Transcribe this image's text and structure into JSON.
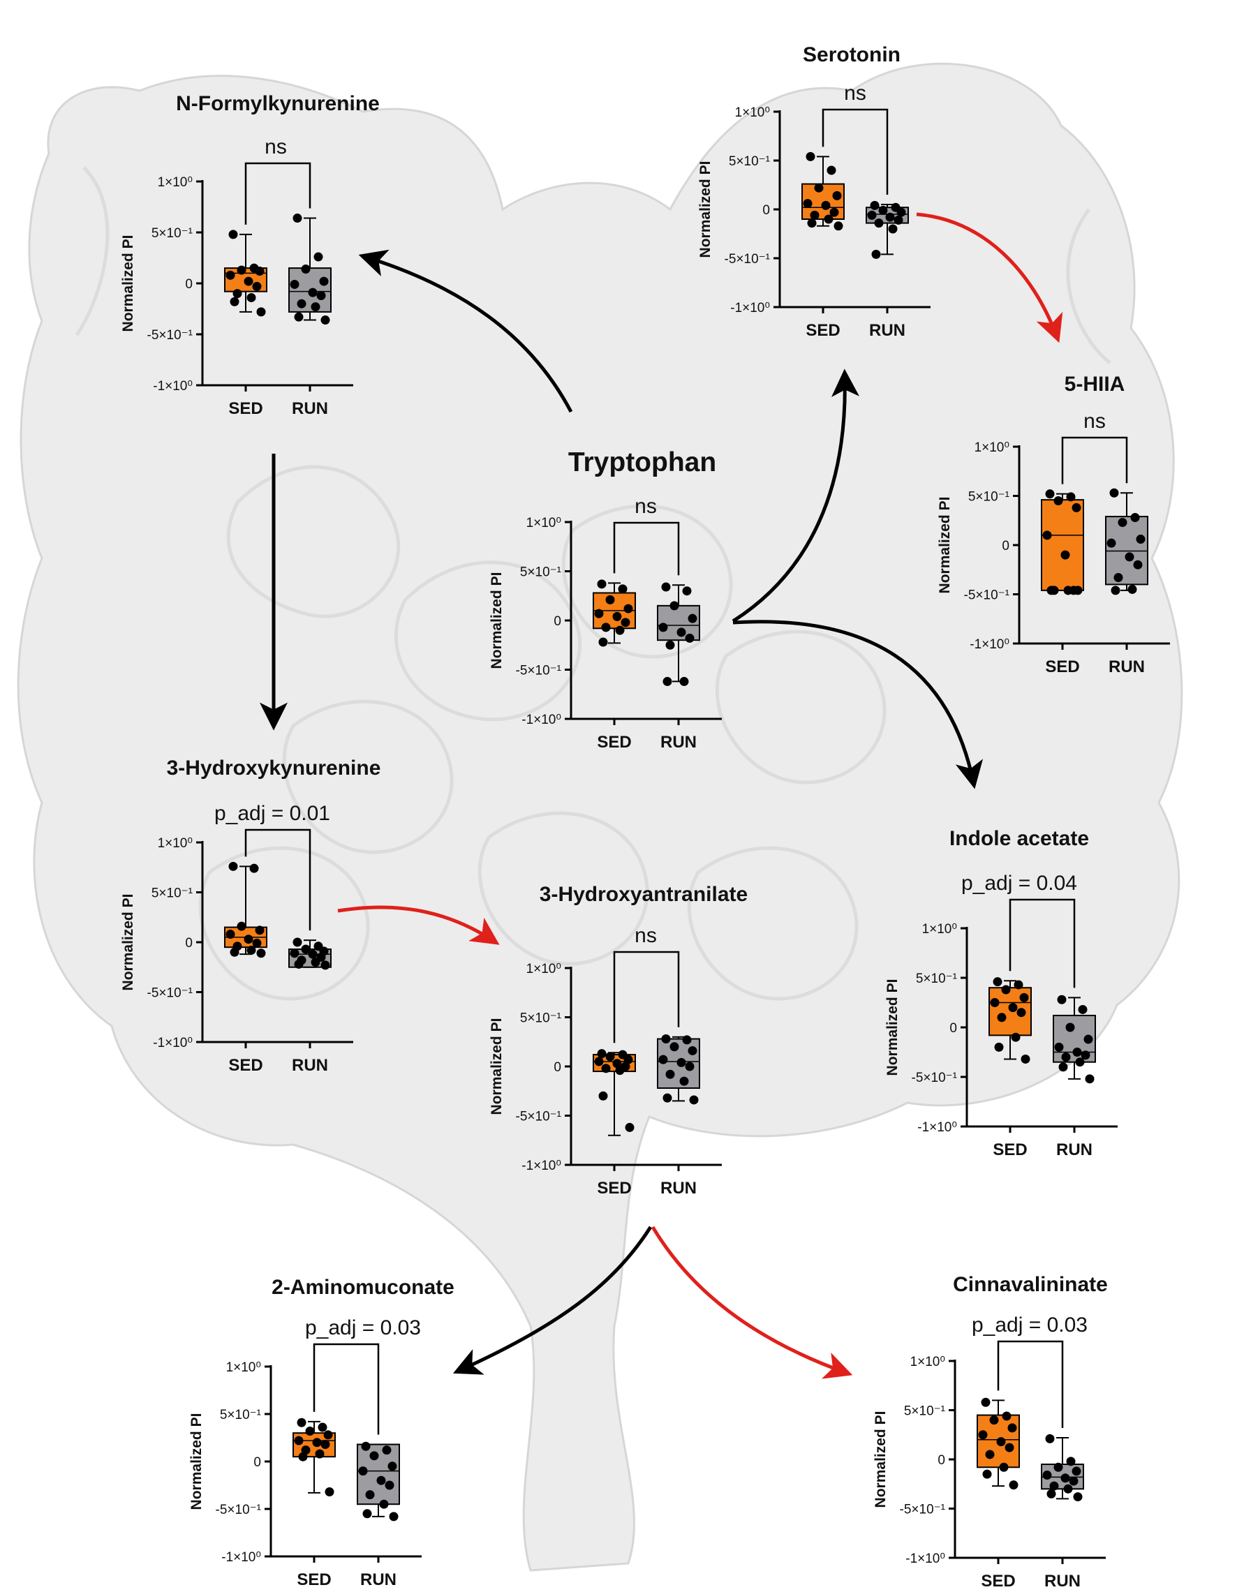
{
  "colors": {
    "SED": "#f47f17",
    "RUN": "#9c9ca1",
    "arrow_black": "#000000",
    "arrow_red": "#e0201b",
    "background_anatomy": "#ececec"
  },
  "arrows": [
    {
      "from": "Tryptophan",
      "to": "N-Formylkynurenine",
      "color": "black"
    },
    {
      "from": "Tryptophan",
      "to": "Serotonin",
      "color": "black"
    },
    {
      "from": "Tryptophan",
      "to": "Indole acetate",
      "color": "black"
    },
    {
      "from": "Serotonin",
      "to": "5-HIIA",
      "color": "red"
    },
    {
      "from": "N-Formylkynurenine",
      "to": "3-Hydroxykynurenine",
      "color": "black"
    },
    {
      "from": "3-Hydroxykynurenine",
      "to": "3-Hydroxyantranilate",
      "color": "red"
    },
    {
      "from": "3-Hydroxyantranilate",
      "to": "2-Aminomuconate",
      "color": "black"
    },
    {
      "from": "3-Hydroxyantranilate",
      "to": "Cinnavalininate",
      "color": "red"
    }
  ],
  "chart_data": [
    {
      "id": "nfk",
      "type": "box",
      "title": "N-Formylkynurenine",
      "significance": "ns",
      "ylabel": "Normalized PI",
      "ylim": [
        -1,
        1
      ],
      "yticks": [
        "1×10⁰",
        "5×10⁻¹",
        "0",
        "-5×10⁻¹",
        "-1×10⁰"
      ],
      "categories": [
        "SED",
        "RUN"
      ],
      "series": [
        {
          "group": "SED",
          "q1": -0.08,
          "median": 0.1,
          "q3": 0.15,
          "min": -0.28,
          "max": 0.48,
          "points": [
            0.48,
            0.15,
            0.13,
            0.12,
            0.08,
            0.02,
            -0.03,
            -0.1,
            -0.14,
            -0.18,
            -0.28
          ]
        },
        {
          "group": "RUN",
          "q1": -0.28,
          "median": -0.08,
          "q3": 0.15,
          "min": -0.36,
          "max": 0.64,
          "points": [
            0.64,
            0.26,
            0.14,
            0.02,
            -0.01,
            -0.09,
            -0.12,
            -0.2,
            -0.23,
            -0.33,
            -0.36
          ]
        }
      ]
    },
    {
      "id": "ser",
      "type": "box",
      "title": "Serotonin",
      "significance": "ns",
      "ylabel": "Normalized PI",
      "ylim": [
        -1,
        1
      ],
      "yticks": [
        "1×10⁰",
        "5×10⁻¹",
        "0",
        "-5×10⁻¹",
        "-1×10⁰"
      ],
      "categories": [
        "SED",
        "RUN"
      ],
      "series": [
        {
          "group": "SED",
          "q1": -0.1,
          "median": 0.02,
          "q3": 0.26,
          "min": -0.17,
          "max": 0.54,
          "points": [
            0.54,
            0.4,
            0.22,
            0.14,
            0.06,
            0.04,
            -0.03,
            -0.06,
            -0.1,
            -0.14,
            -0.17
          ]
        },
        {
          "group": "RUN",
          "q1": -0.14,
          "median": -0.05,
          "q3": 0.02,
          "min": -0.46,
          "max": 0.05,
          "points": [
            0.04,
            0.02,
            -0.01,
            -0.03,
            -0.06,
            -0.08,
            -0.11,
            -0.14,
            -0.2,
            -0.46
          ]
        }
      ]
    },
    {
      "id": "hiaa",
      "type": "box",
      "title": "5-HIIA",
      "significance": "ns",
      "ylabel": "Normalized PI",
      "ylim": [
        -1,
        1
      ],
      "yticks": [
        "1×10⁰",
        "5×10⁻¹",
        "0",
        "-5×10⁻¹",
        "-1×10⁰"
      ],
      "categories": [
        "SED",
        "RUN"
      ],
      "series": [
        {
          "group": "SED",
          "q1": -0.46,
          "median": 0.1,
          "q3": 0.46,
          "min": -0.46,
          "max": 0.52,
          "points": [
            0.52,
            0.49,
            0.45,
            0.38,
            0.1,
            -0.1,
            -0.46,
            -0.46,
            -0.46,
            -0.46,
            -0.46
          ]
        },
        {
          "group": "RUN",
          "q1": -0.4,
          "median": -0.06,
          "q3": 0.29,
          "min": -0.46,
          "max": 0.53,
          "points": [
            0.53,
            0.28,
            0.23,
            0.06,
            0.02,
            -0.12,
            -0.2,
            -0.33,
            -0.45,
            -0.46
          ]
        }
      ]
    },
    {
      "id": "trp",
      "type": "box",
      "title": "Tryptophan",
      "significance": "ns",
      "ylabel": "Normalized PI",
      "ylim": [
        -1,
        1
      ],
      "yticks": [
        "1×10⁰",
        "5×10⁻¹",
        "0",
        "-5×10⁻¹",
        "-1×10⁰"
      ],
      "categories": [
        "SED",
        "RUN"
      ],
      "series": [
        {
          "group": "SED",
          "q1": -0.08,
          "median": 0.1,
          "q3": 0.28,
          "min": -0.23,
          "max": 0.38,
          "points": [
            0.37,
            0.32,
            0.21,
            0.12,
            0.07,
            0.04,
            -0.02,
            -0.07,
            -0.1,
            -0.22
          ]
        },
        {
          "group": "RUN",
          "q1": -0.2,
          "median": -0.05,
          "q3": 0.15,
          "min": -0.62,
          "max": 0.36,
          "points": [
            0.34,
            0.3,
            0.15,
            0.02,
            -0.07,
            -0.12,
            -0.18,
            -0.25,
            -0.62,
            -0.62
          ]
        }
      ]
    },
    {
      "id": "hk",
      "type": "box",
      "title": "3-Hydroxykynurenine",
      "significance": "p_adj = 0.01",
      "ylabel": "Normalized PI",
      "ylim": [
        -1,
        1
      ],
      "yticks": [
        "1×10⁰",
        "5×10⁻¹",
        "0",
        "-5×10⁻¹",
        "-1×10⁰"
      ],
      "categories": [
        "SED",
        "RUN"
      ],
      "series": [
        {
          "group": "SED",
          "q1": -0.05,
          "median": 0.05,
          "q3": 0.15,
          "min": -0.12,
          "max": 0.76,
          "points": [
            0.76,
            0.74,
            0.16,
            0.12,
            0.08,
            0.03,
            -0.01,
            -0.04,
            -0.08,
            -0.1,
            -0.11
          ]
        },
        {
          "group": "RUN",
          "q1": -0.25,
          "median": -0.12,
          "q3": -0.07,
          "min": -0.25,
          "max": 0.02,
          "points": [
            0.0,
            -0.04,
            -0.07,
            -0.09,
            -0.11,
            -0.12,
            -0.15,
            -0.18,
            -0.2,
            -0.22,
            -0.23
          ]
        }
      ]
    },
    {
      "id": "ha",
      "type": "box",
      "title": "3-Hydroxyantranilate",
      "significance": "ns",
      "ylabel": "Normalized PI",
      "ylim": [
        -1,
        1
      ],
      "yticks": [
        "1×10⁰",
        "5×10⁻¹",
        "0",
        "-5×10⁻¹",
        "-1×10⁰"
      ],
      "categories": [
        "SED",
        "RUN"
      ],
      "series": [
        {
          "group": "SED",
          "q1": -0.05,
          "median": 0.05,
          "q3": 0.12,
          "min": -0.7,
          "max": 0.14,
          "points": [
            0.13,
            0.12,
            0.1,
            0.07,
            0.05,
            0.03,
            0.0,
            -0.02,
            -0.04,
            -0.3,
            -0.62
          ]
        },
        {
          "group": "RUN",
          "q1": -0.22,
          "median": 0.05,
          "q3": 0.28,
          "min": -0.35,
          "max": 0.3,
          "points": [
            0.28,
            0.27,
            0.2,
            0.16,
            0.07,
            0.04,
            0.0,
            -0.08,
            -0.15,
            -0.32,
            -0.34
          ]
        }
      ]
    },
    {
      "id": "ia",
      "type": "box",
      "title": "Indole acetate",
      "significance": "p_adj  = 0.04",
      "ylabel": "Normalized PI",
      "ylim": [
        -1,
        1
      ],
      "yticks": [
        "1×10⁰",
        "5×10⁻¹",
        "0",
        "-5×10⁻¹",
        "-1×10⁰"
      ],
      "categories": [
        "SED",
        "RUN"
      ],
      "series": [
        {
          "group": "SED",
          "q1": -0.08,
          "median": 0.25,
          "q3": 0.4,
          "min": -0.32,
          "max": 0.47,
          "points": [
            0.46,
            0.43,
            0.38,
            0.3,
            0.25,
            0.2,
            0.15,
            0.1,
            -0.1,
            -0.2,
            -0.32
          ]
        },
        {
          "group": "RUN",
          "q1": -0.35,
          "median": -0.25,
          "q3": 0.12,
          "min": -0.52,
          "max": 0.3,
          "points": [
            0.28,
            0.18,
            0.0,
            -0.12,
            -0.2,
            -0.25,
            -0.28,
            -0.3,
            -0.35,
            -0.4,
            -0.52
          ]
        }
      ]
    },
    {
      "id": "am",
      "type": "box",
      "title": "2-Aminomuconate",
      "significance": "p_adj = 0.03",
      "ylabel": "Normalized PI",
      "ylim": [
        -1,
        1
      ],
      "yticks": [
        "1×10⁰",
        "5×10⁻¹",
        "0",
        "-5×10⁻¹",
        "-1×10⁰"
      ],
      "categories": [
        "SED",
        "RUN"
      ],
      "series": [
        {
          "group": "SED",
          "q1": 0.05,
          "median": 0.22,
          "q3": 0.3,
          "min": -0.33,
          "max": 0.42,
          "points": [
            0.41,
            0.36,
            0.32,
            0.28,
            0.22,
            0.2,
            0.18,
            0.12,
            0.08,
            0.05,
            -0.32
          ]
        },
        {
          "group": "RUN",
          "q1": -0.45,
          "median": -0.1,
          "q3": 0.18,
          "min": -0.58,
          "max": 0.18,
          "points": [
            0.16,
            0.12,
            0.06,
            -0.05,
            -0.1,
            -0.2,
            -0.25,
            -0.35,
            -0.45,
            -0.55,
            -0.58
          ]
        }
      ]
    },
    {
      "id": "cin",
      "type": "box",
      "title": "Cinnavalininate",
      "significance": "p_adj = 0.03",
      "ylabel": "Normalized PI",
      "ylim": [
        -1,
        1
      ],
      "yticks": [
        "1×10⁰",
        "5×10⁻¹",
        "0",
        "-5×10⁻¹",
        "-1×10⁰"
      ],
      "categories": [
        "SED",
        "RUN"
      ],
      "series": [
        {
          "group": "SED",
          "q1": -0.08,
          "median": 0.2,
          "q3": 0.45,
          "min": -0.27,
          "max": 0.6,
          "points": [
            0.58,
            0.44,
            0.4,
            0.32,
            0.25,
            0.18,
            0.12,
            0.05,
            -0.08,
            -0.15,
            -0.26
          ]
        },
        {
          "group": "RUN",
          "q1": -0.3,
          "median": -0.18,
          "q3": -0.05,
          "min": -0.4,
          "max": 0.22,
          "points": [
            0.21,
            -0.02,
            -0.08,
            -0.12,
            -0.16,
            -0.19,
            -0.22,
            -0.27,
            -0.3,
            -0.35,
            -0.38
          ]
        }
      ]
    }
  ]
}
